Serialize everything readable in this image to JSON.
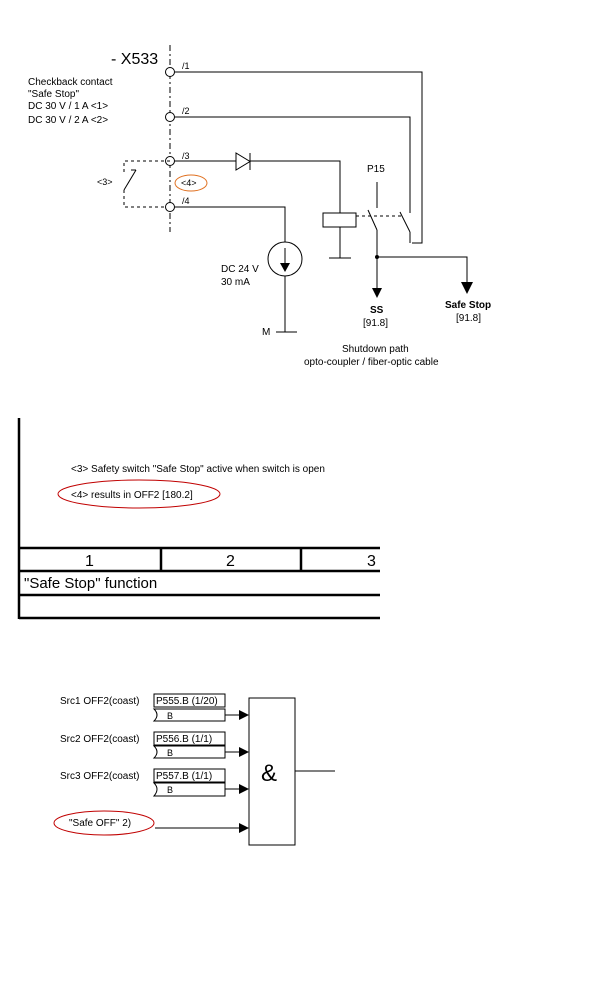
{
  "circuit": {
    "connector_label": "- X533",
    "checkback_lines": [
      "Checkback contact",
      "\"Safe Stop\"",
      "DC 30 V / 1 A   <1>",
      "DC 30 V / 2 A   <2>"
    ],
    "terminals": [
      "/1",
      "/2",
      "/3",
      "/4"
    ],
    "switch_ref": "<3>",
    "note_ref": "<4>",
    "p15": "P15",
    "supply_lines": [
      "DC 24 V",
      "30 mA"
    ],
    "ground_label": "M",
    "ss_label": "SS",
    "ss_ref": "[91.8]",
    "safestop_label": "Safe Stop",
    "safestop_ref": "[91.8]",
    "shutdown_lines": [
      "Shutdown path",
      "opto-coupler / fiber-optic cable"
    ]
  },
  "notes": {
    "note3": "<3>  Safety switch \"Safe Stop\" active when switch is open",
    "note4": "<4>  results in OFF2 [180.2]"
  },
  "title_block": {
    "columns": [
      "1",
      "2",
      "3"
    ],
    "function_title": "\"Safe Stop\" function"
  },
  "logic": {
    "inputs": [
      {
        "label": "Src1 OFF2(coast)",
        "param": "P555.B (1/20)",
        "type": "B"
      },
      {
        "label": "Src2 OFF2(coast)",
        "param": "P556.B (1/1)",
        "type": "B"
      },
      {
        "label": "Src3 OFF2(coast)",
        "param": "P557.B (1/1)",
        "type": "B"
      }
    ],
    "safe_off": "\"Safe OFF\"  2)",
    "gate_symbol": "&"
  },
  "colors": {
    "annotation_red": "#c00000",
    "annotation_orange": "#e07020"
  }
}
